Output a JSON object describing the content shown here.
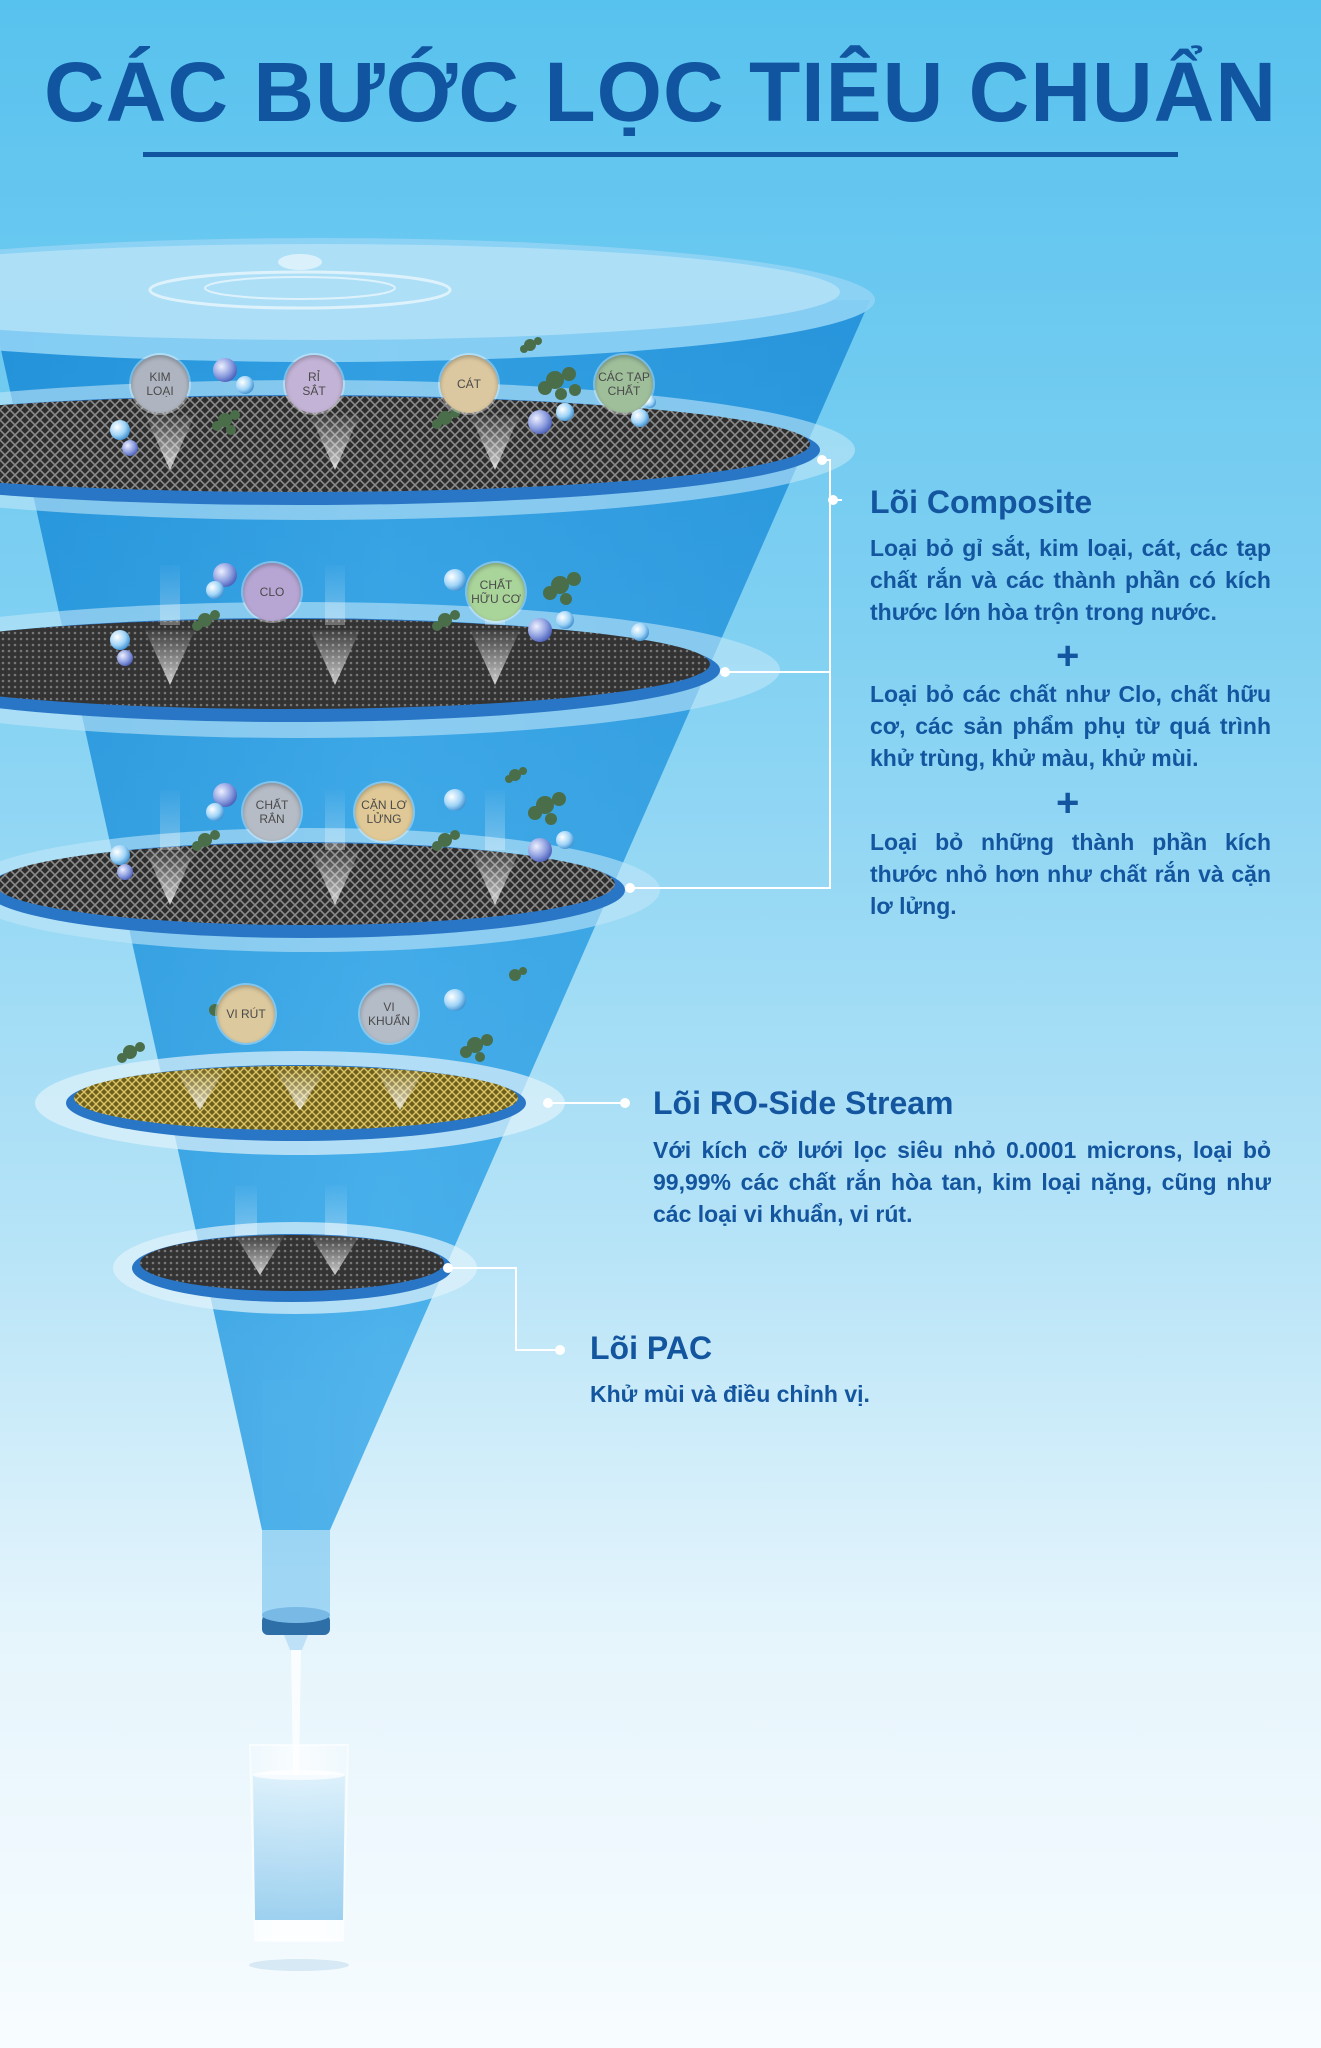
{
  "title": "CÁC BƯỚC LỌC TIÊU CHUẨN",
  "colors": {
    "accent": "#1155a0",
    "text": "#13569f"
  },
  "bubbles": [
    {
      "text": "KIM\nLOẠI",
      "color": "#aeb5c0"
    },
    {
      "text": "RỈ\nSẮT",
      "color": "#c3b3d6"
    },
    {
      "text": "CÁT",
      "color": "#dcc8a0"
    },
    {
      "text": "CÁC TẠP\nCHẤT",
      "color": "#9fbf9b"
    },
    {
      "text": "CLO",
      "color": "#b7a6d4"
    },
    {
      "text": "CHẤT\nHỮU CƠ",
      "color": "#a9d49a"
    },
    {
      "text": "CHẤT\nRẮN",
      "color": "#b6bcc6"
    },
    {
      "text": "CẶN LƠ\nLỬNG",
      "color": "#e0c996"
    },
    {
      "text": "VI RÚT",
      "color": "#dcc99e"
    },
    {
      "text": "VI\nKHUẨN",
      "color": "#b4bcc8"
    }
  ],
  "sections": {
    "composite": {
      "title": "Lõi Composite",
      "text1": "Loại bỏ gỉ sắt, kim loại, cát, các tạp chất rắn và các thành phần có kích thước lớn hòa trộn trong nước.",
      "text2": "Loại bỏ các chất như Clo, chất hữu cơ, các sản phẩm phụ từ quá trình khử trùng, khử màu, khử mùi.",
      "text3": "Loại bỏ những thành phần kích thước nhỏ hơn như chất rắn và cặn lơ lửng.",
      "plus": "+"
    },
    "ro": {
      "title": "Lõi RO-Side Stream",
      "text": "Với kích cỡ lưới lọc siêu nhỏ 0.0001 microns, loại bỏ 99,99% các chất rắn hòa tan, kim loại nặng, cũng như các loại vi khuẩn, vi rút."
    },
    "pac": {
      "title": "Lõi PAC",
      "text": "Khử mùi và điều chỉnh vị."
    }
  }
}
